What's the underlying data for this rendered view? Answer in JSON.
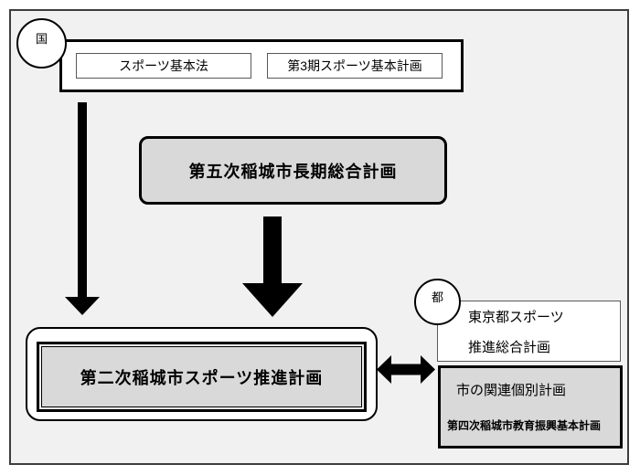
{
  "colors": {
    "page_background": "#ffffff",
    "canvas_background": "#f1f1f1",
    "box_gray_fill": "#d9d9d9",
    "box_white_fill": "#ffffff",
    "border_black": "#000000",
    "border_thin_gray": "#595959",
    "arrow_black": "#000000"
  },
  "diagram": {
    "national": {
      "badge_label": "国",
      "basic_law": "スポーツ基本法",
      "basic_plan": "第3期スポーツ基本計画"
    },
    "city_master_plan": "第五次稲城市長期総合計画",
    "city_sports_plan": "第二次稲城市スポーツ推進計画",
    "metro": {
      "badge_label": "都",
      "plan_line1": "東京都スポーツ",
      "plan_line2": "推進総合計画"
    },
    "related": {
      "title": "市の関連個別計画",
      "item": "第四次稲城市教育振興基本計画"
    },
    "arrows": [
      {
        "name": "national-to-city-sports",
        "type": "single",
        "direction": "down"
      },
      {
        "name": "master-plan-to-city-sports",
        "type": "single-thick",
        "direction": "down"
      },
      {
        "name": "city-sports-metro-related",
        "type": "double-headed",
        "direction": "horizontal"
      }
    ]
  }
}
